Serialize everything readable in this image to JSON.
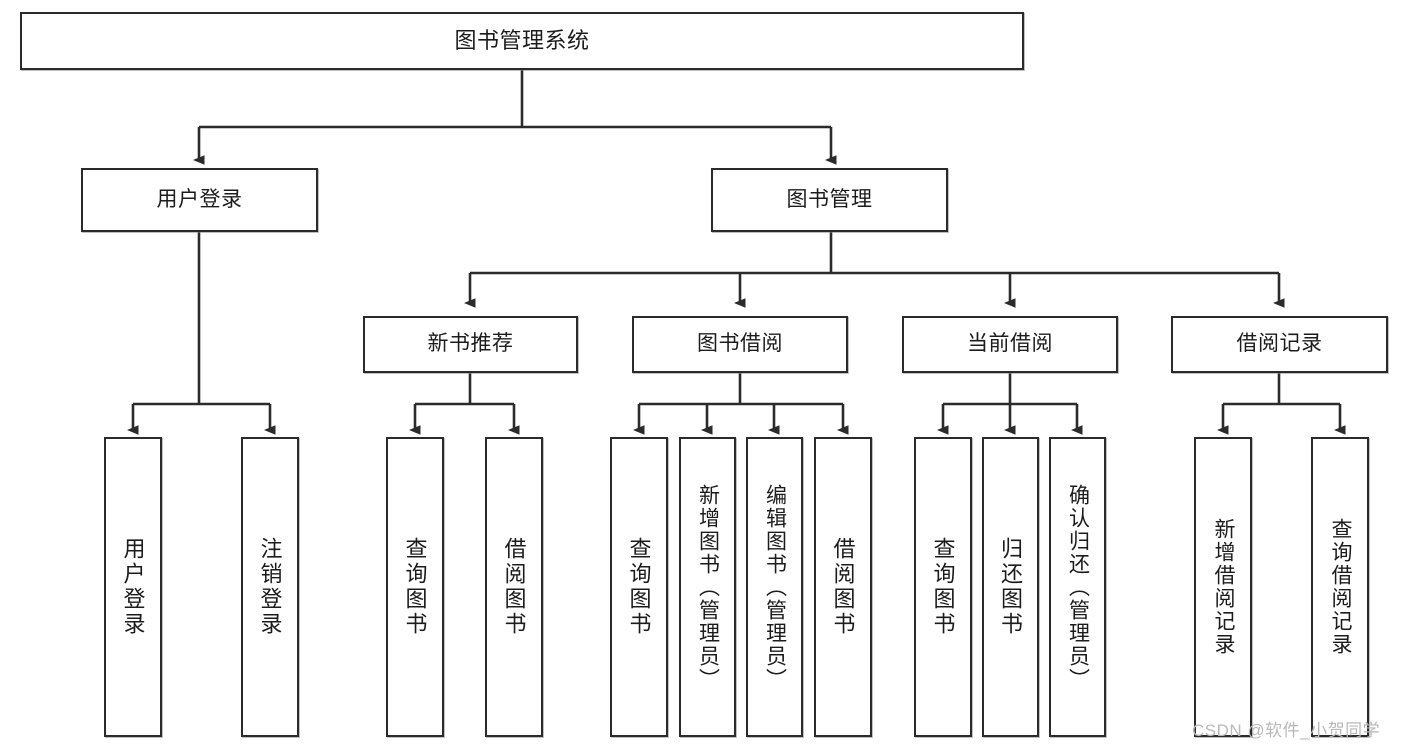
{
  "diagram": {
    "type": "tree",
    "title": "图书管理系统",
    "root": {
      "label": "图书管理系统"
    },
    "level2": [
      {
        "label": "用户登录"
      },
      {
        "label": "图书管理"
      }
    ],
    "level3": [
      {
        "label": "新书推荐"
      },
      {
        "label": "图书借阅"
      },
      {
        "label": "当前借阅"
      },
      {
        "label": "借阅记录"
      }
    ],
    "leaves": {
      "user_login": [
        {
          "label": "用户登录"
        },
        {
          "label": "注销登录"
        }
      ],
      "new_book_recommend": [
        {
          "label": "查询图书"
        },
        {
          "label": "借阅图书"
        }
      ],
      "book_borrow": [
        {
          "label": "查询图书"
        },
        {
          "label": "新增图书（管理员）"
        },
        {
          "label": "编辑图书（管理员）"
        },
        {
          "label": "借阅图书"
        }
      ],
      "current_borrow": [
        {
          "label": "查询图书"
        },
        {
          "label": "归还图书"
        },
        {
          "label": "确认归还（管理员）"
        }
      ],
      "borrow_records": [
        {
          "label": "新增借阅记录"
        },
        {
          "label": "查询借阅记录"
        }
      ]
    }
  },
  "watermark": {
    "text": "CSDN @软件_小贺同学"
  },
  "colors": {
    "border": "#2b2b2b",
    "background": "#ffffff",
    "text": "#1c1c1c",
    "watermark": "#b9b9b9"
  }
}
